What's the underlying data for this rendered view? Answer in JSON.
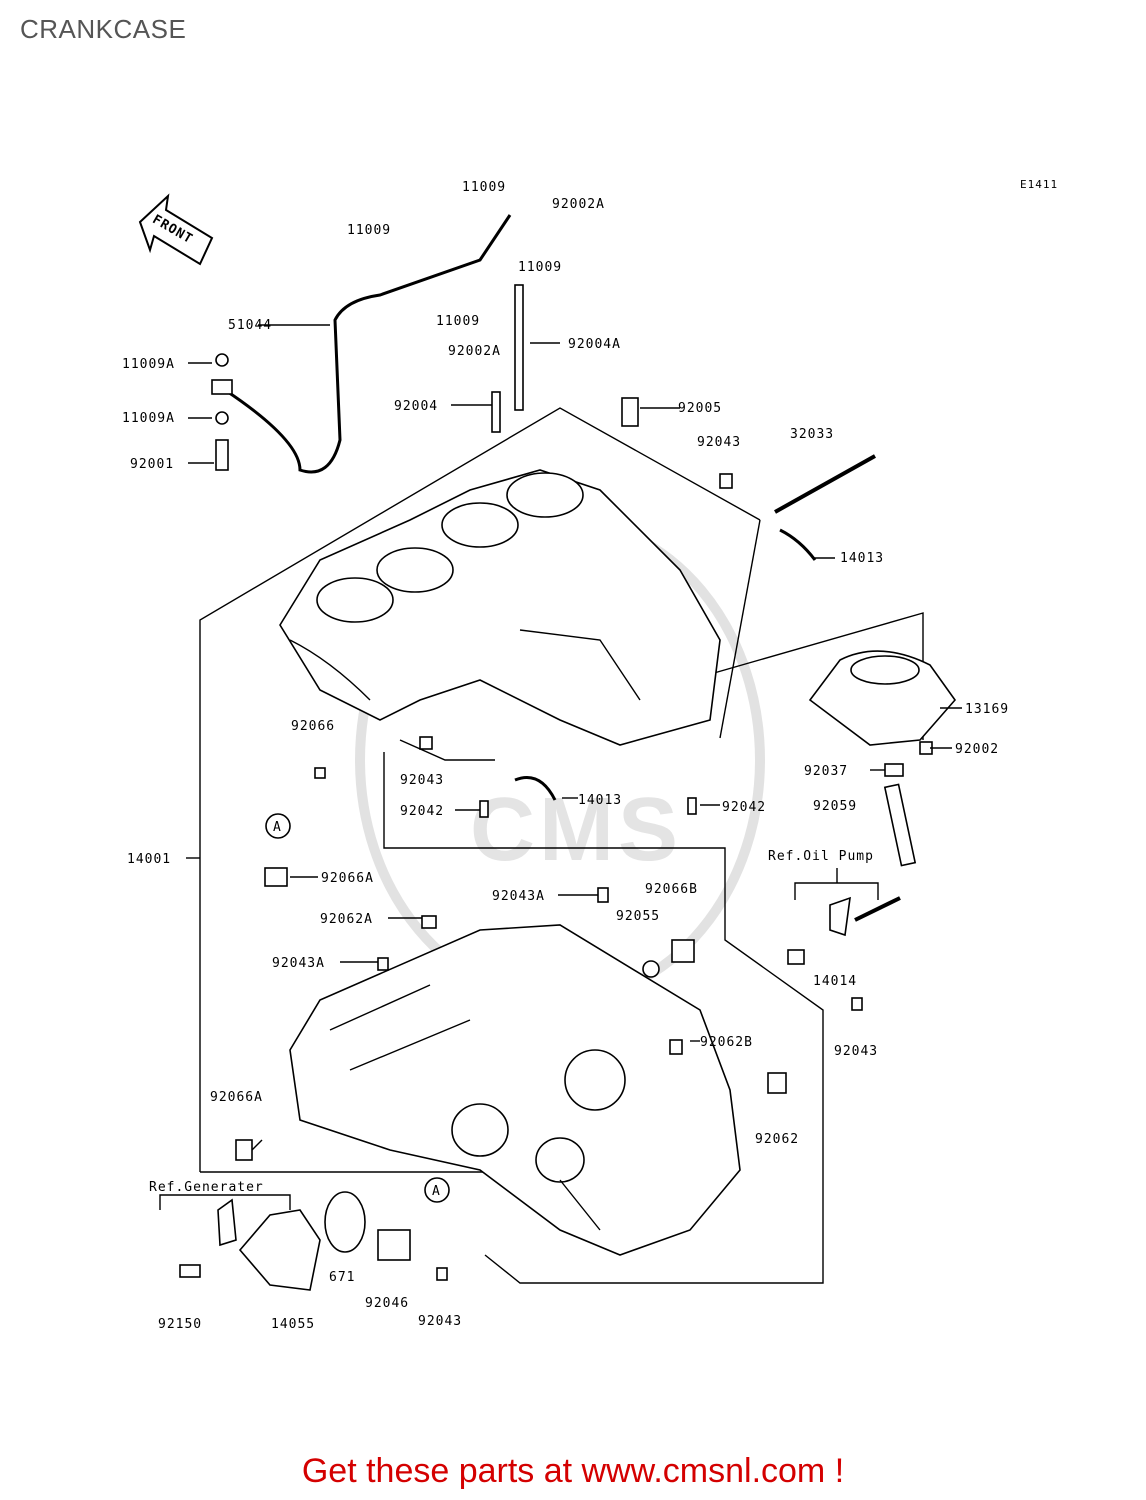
{
  "page": {
    "title": "CRANKCASE",
    "footer": "Get these parts at www.cmsnl.com !"
  },
  "diagram": {
    "code": "E1411",
    "front_label": "FRONT",
    "watermark": "CMS",
    "labels": [
      {
        "id": "l11009a",
        "text": "11009"
      },
      {
        "id": "l92002Aa",
        "text": "92002A"
      },
      {
        "id": "l11009b",
        "text": "11009"
      },
      {
        "id": "l11009c",
        "text": "11009"
      },
      {
        "id": "l51044",
        "text": "51044"
      },
      {
        "id": "l11009d",
        "text": "11009"
      },
      {
        "id": "l92002Ab",
        "text": "92002A"
      },
      {
        "id": "l92004A",
        "text": "92004A"
      },
      {
        "id": "l11009Aa",
        "text": "11009A"
      },
      {
        "id": "l11009Ab",
        "text": "11009A"
      },
      {
        "id": "l92001",
        "text": "92001"
      },
      {
        "id": "l92004",
        "text": "92004"
      },
      {
        "id": "l92005",
        "text": "92005"
      },
      {
        "id": "l92043a",
        "text": "92043"
      },
      {
        "id": "l32033",
        "text": "32033"
      },
      {
        "id": "l14013a",
        "text": "14013"
      },
      {
        "id": "l13169",
        "text": "13169"
      },
      {
        "id": "l92002",
        "text": "92002"
      },
      {
        "id": "l92037",
        "text": "92037"
      },
      {
        "id": "l92059",
        "text": "92059"
      },
      {
        "id": "l92066",
        "text": "92066"
      },
      {
        "id": "l92043b",
        "text": "92043"
      },
      {
        "id": "l92042a",
        "text": "92042"
      },
      {
        "id": "l14013b",
        "text": "14013"
      },
      {
        "id": "l92042b",
        "text": "92042"
      },
      {
        "id": "lA1",
        "text": "A"
      },
      {
        "id": "l14001",
        "text": "14001"
      },
      {
        "id": "l92066Aa",
        "text": "92066A"
      },
      {
        "id": "lrefoil",
        "text": "Ref.Oil Pump"
      },
      {
        "id": "l92043A1",
        "text": "92043A"
      },
      {
        "id": "l92066B",
        "text": "92066B"
      },
      {
        "id": "l92062A",
        "text": "92062A"
      },
      {
        "id": "l92055",
        "text": "92055"
      },
      {
        "id": "l92043A2",
        "text": "92043A"
      },
      {
        "id": "l14014",
        "text": "14014"
      },
      {
        "id": "l92043c",
        "text": "92043"
      },
      {
        "id": "l92062B",
        "text": "92062B"
      },
      {
        "id": "l92066Ab",
        "text": "92066A"
      },
      {
        "id": "l92062",
        "text": "92062"
      },
      {
        "id": "lrefgen",
        "text": "Ref.Generater"
      },
      {
        "id": "lA2",
        "text": "A"
      },
      {
        "id": "l671",
        "text": "671"
      },
      {
        "id": "l92046",
        "text": "92046"
      },
      {
        "id": "l92150",
        "text": "92150"
      },
      {
        "id": "l14055",
        "text": "14055"
      },
      {
        "id": "l92043d",
        "text": "92043"
      }
    ]
  }
}
